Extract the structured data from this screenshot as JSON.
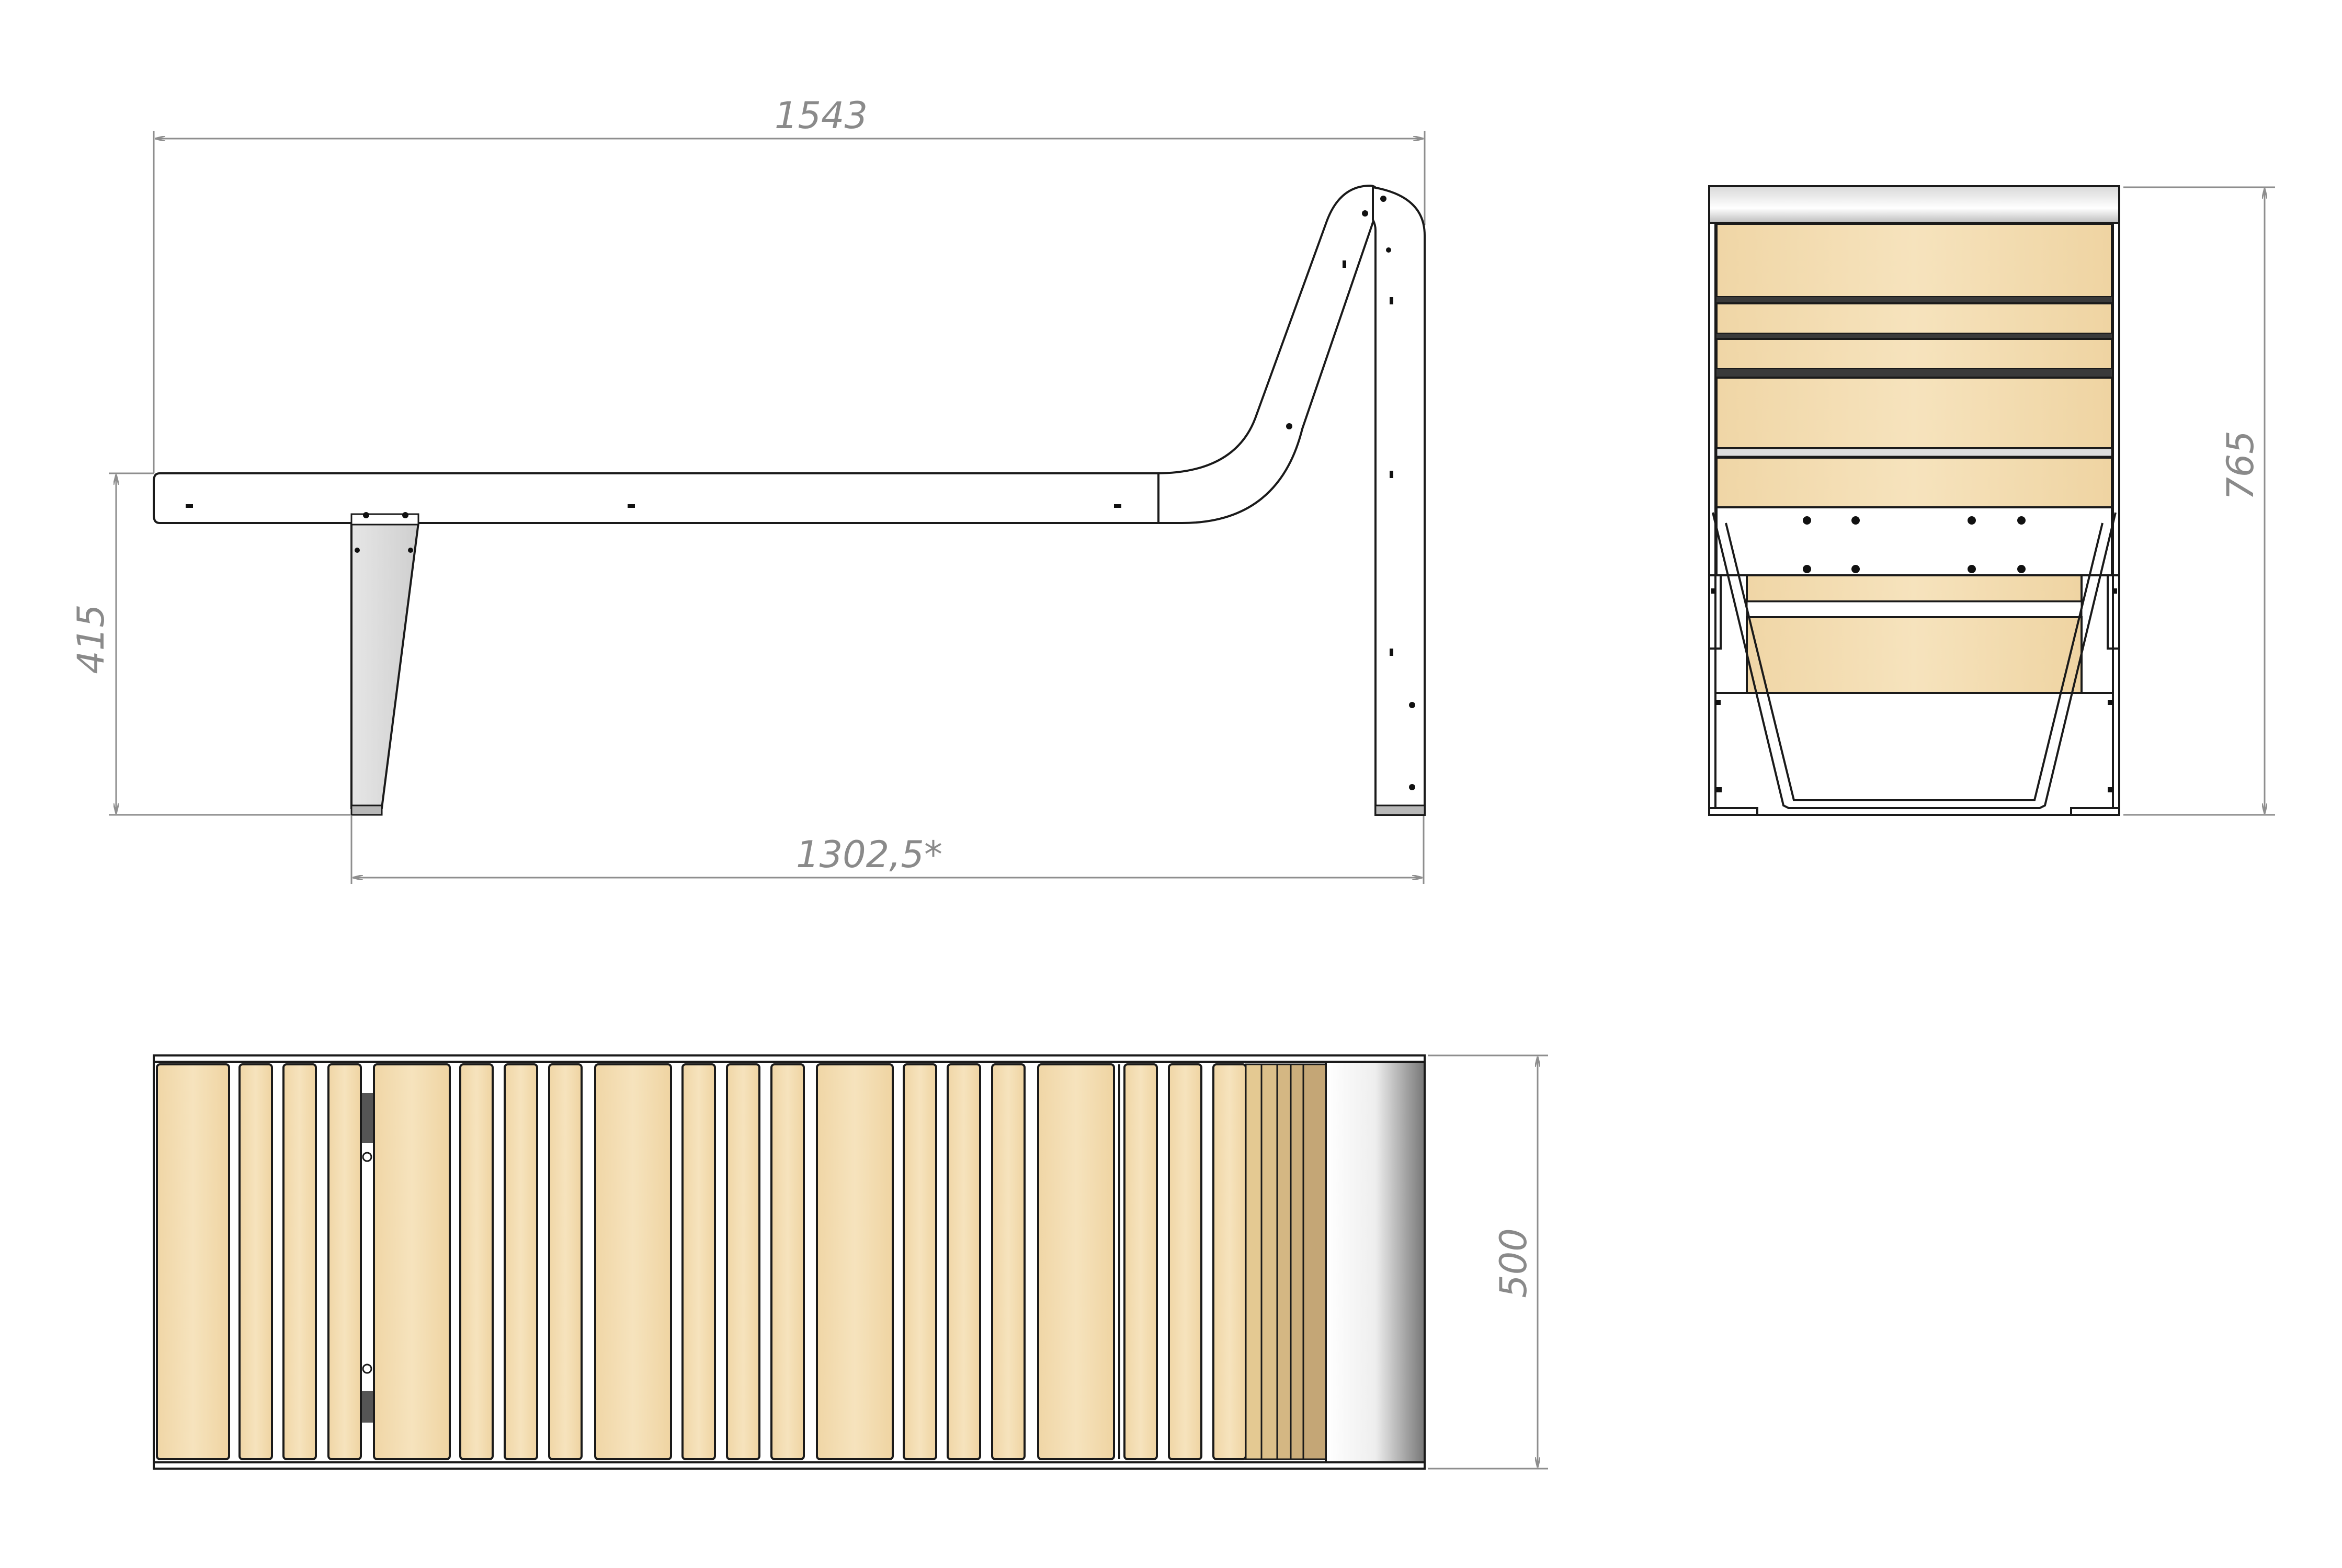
{
  "dimensions": {
    "overall_length": "1543",
    "seat_height": "415",
    "leg_span": "1302,5*",
    "total_height": "765",
    "width": "500"
  },
  "colors": {
    "wood": "#f3ddb0",
    "metal_outline": "#1a1a1a",
    "dimension": "#8e8e8e"
  }
}
